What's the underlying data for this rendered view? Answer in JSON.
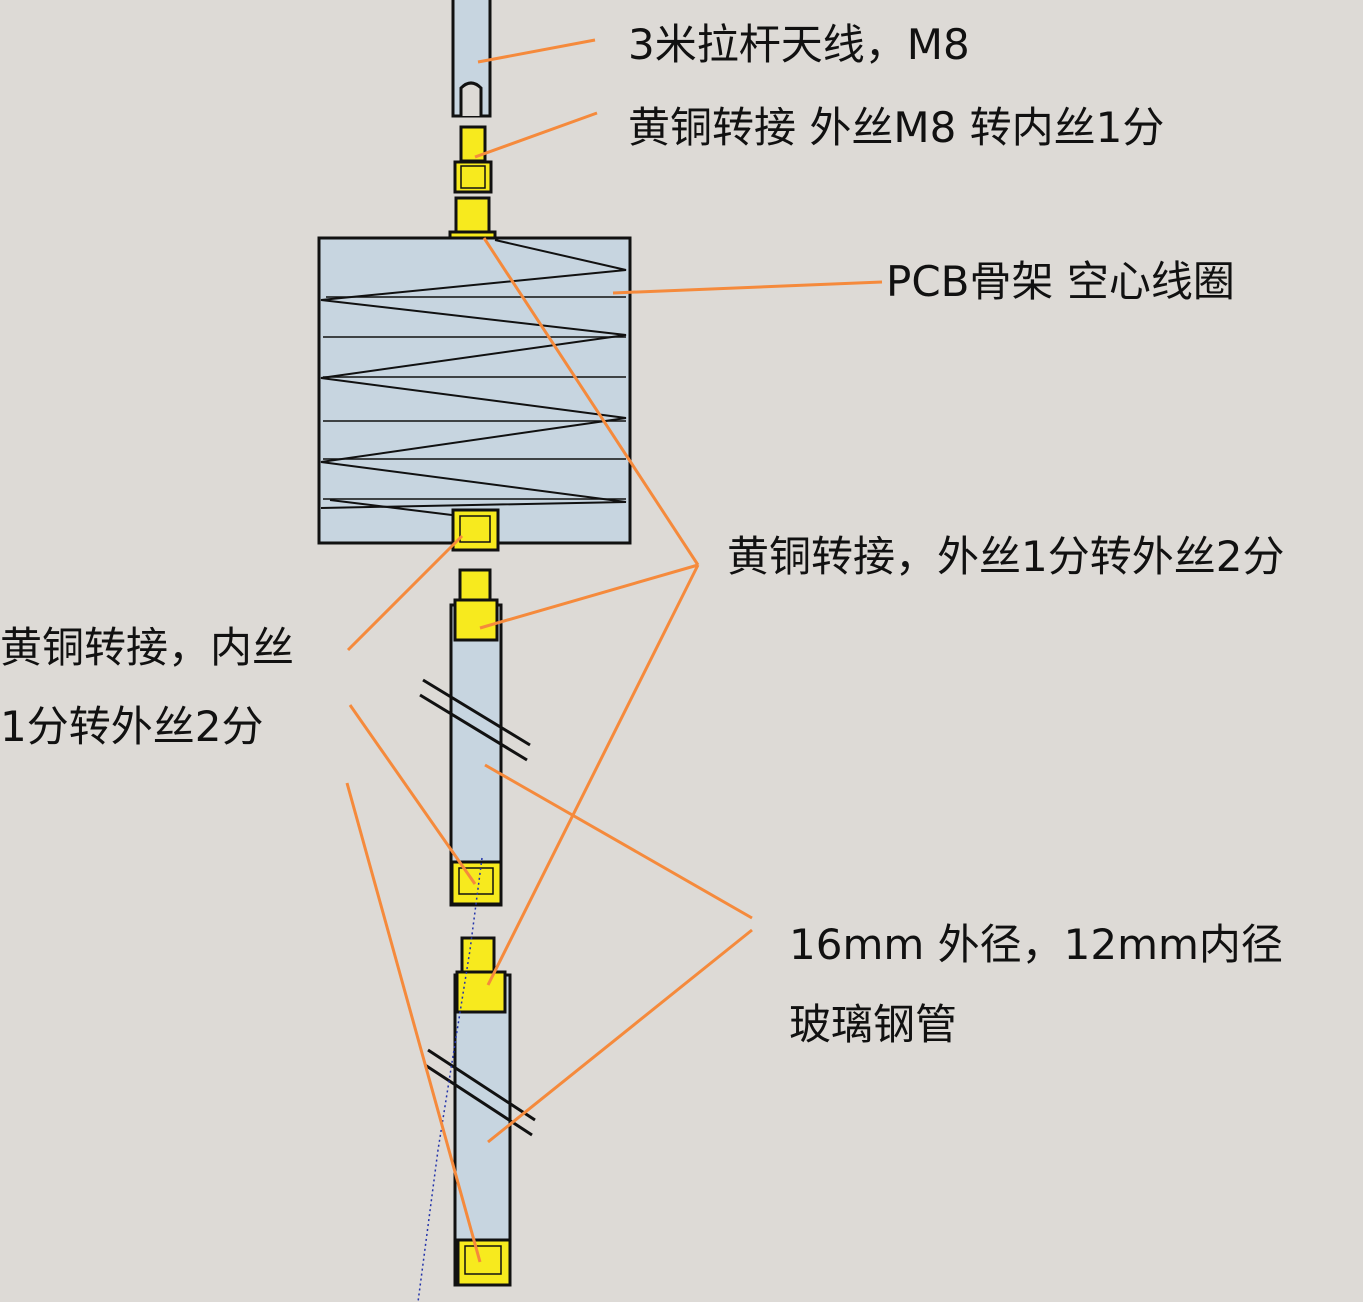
{
  "labels": {
    "antenna": "3米拉杆天线，M8",
    "brass_m8": "黄铜转接 外丝M8 转内丝1分",
    "pcb_coil": "PCB骨架 空心线圈",
    "brass_male": "黄铜转接，外丝1分转外丝2分",
    "brass_female_line1": "黄铜转接，内丝",
    "brass_female_line2": "1分转外丝2分",
    "tube_line1": "16mm 外径，12mm内径",
    "tube_line2": "玻璃钢管"
  },
  "colors": {
    "background": "#DDDAD6",
    "tube_fill": "#C7D5E0",
    "brass_fill": "#F7EA1E",
    "callout_line": "#F58A3C",
    "outline": "#111111"
  }
}
